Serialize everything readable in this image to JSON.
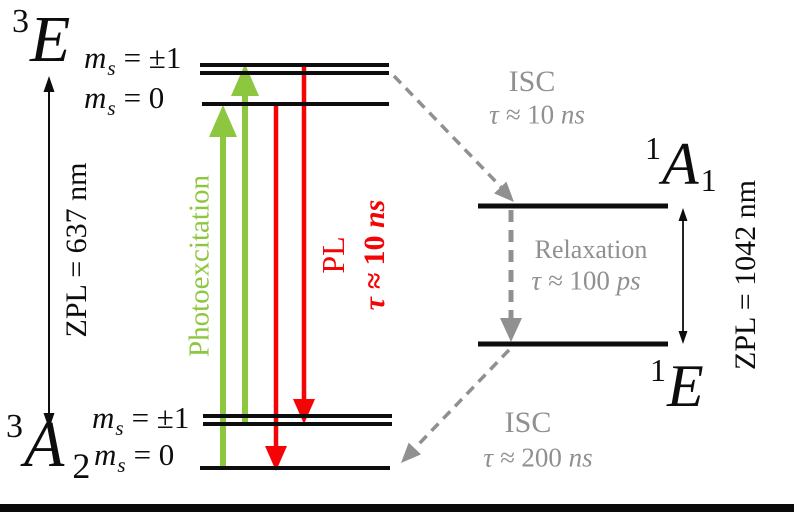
{
  "colors": {
    "photoexcitation_green": "#8dc63f",
    "pl_red": "#f40404",
    "isc_gray": "#909090",
    "line_black": "#0d0d0d"
  },
  "states": {
    "triplet_excited": {
      "sup": "3",
      "letter": "E"
    },
    "triplet_ground": {
      "sup": "3",
      "letter": "A",
      "sub": "2"
    },
    "singlet_upper": {
      "sup": "1",
      "letter": "A",
      "sub": "1"
    },
    "singlet_lower": {
      "sup": "1",
      "letter": "E"
    }
  },
  "sublevels": {
    "excited_pm1": {
      "symbol": "m",
      "subscript": "s",
      "value": "= ±1"
    },
    "excited_0": {
      "symbol": "m",
      "subscript": "s",
      "value": "= 0"
    },
    "ground_pm1": {
      "symbol": "m",
      "subscript": "s",
      "value": "= ±1"
    },
    "ground_0": {
      "symbol": "m",
      "subscript": "s",
      "value": "= 0"
    }
  },
  "zpl": {
    "triplet_label": "ZPL = 637 nm",
    "singlet_label": "ZPL = 1042 nm"
  },
  "transitions": {
    "photoexcitation": {
      "label": "Photoexcitation",
      "color": "#8dc63f"
    },
    "pl": {
      "label": "PL",
      "tau_symbol": "τ ≈",
      "tau_value": "10",
      "tau_unit": "ns",
      "color": "#f40404"
    },
    "isc_upper": {
      "label": "ISC",
      "tau_symbol": "τ ≈",
      "tau_value": "10",
      "tau_unit": "ns",
      "color": "#909090"
    },
    "relaxation": {
      "label": "Relaxation",
      "tau_symbol": "τ ≈",
      "tau_value": "100",
      "tau_unit": "ps",
      "color": "#909090"
    },
    "isc_lower": {
      "label": "ISC",
      "tau_symbol": "τ ≈",
      "tau_value": "200",
      "tau_unit": "ns",
      "color": "#909090"
    }
  }
}
